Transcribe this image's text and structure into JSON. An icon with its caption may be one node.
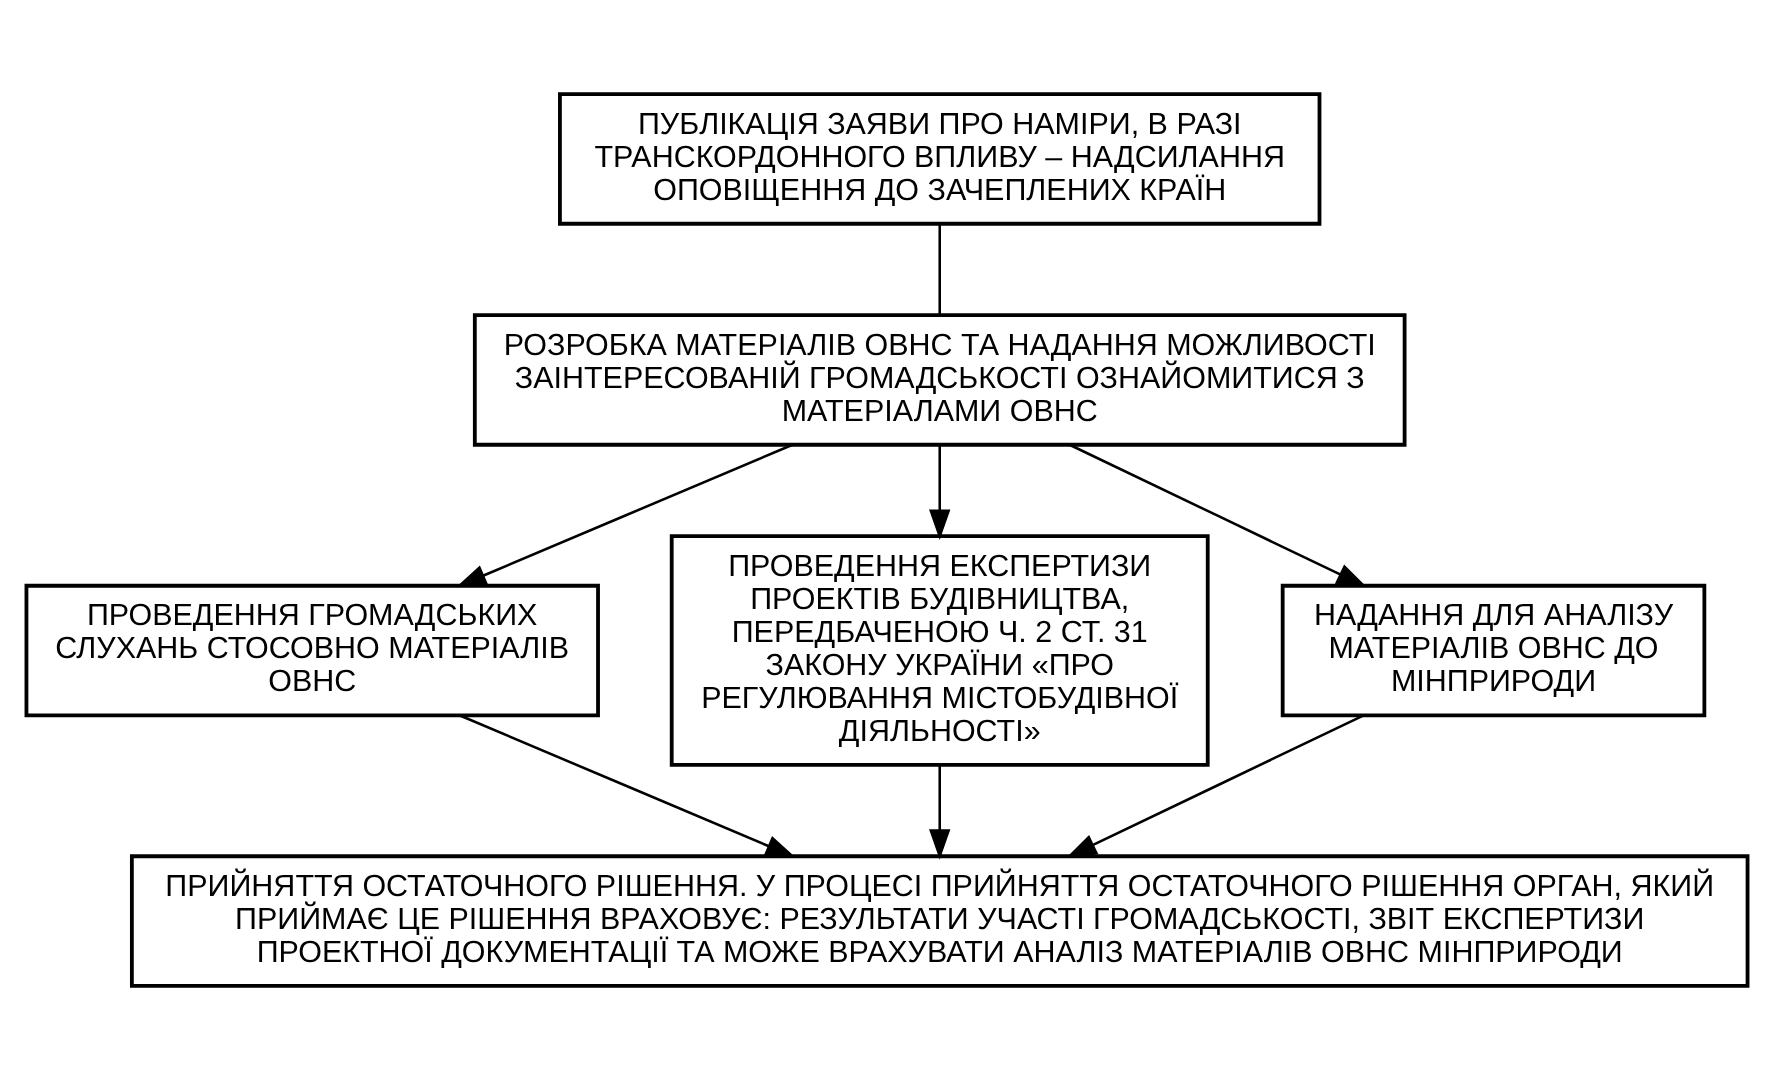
{
  "diagram": {
    "nodes": [
      {
        "text": [
          "ПУБЛІКАЦІЯ ЗАЯВИ ПРО НАМІРИ, В РАЗІ ТРАНСКОРДОННОГО ВПЛИВУ – НАДСИЛАННЯ ОПОВІЩЕННЯ ДО ЗАЧЕПЛЕНИХ КРАЇН"
        ]
      },
      {
        "text": [
          "РОЗРОБКА МАТЕРІАЛІВ ОВНС ТА НАДАННЯ МОЖЛИВОСТІ ЗАІНТЕРЕСОВАНІЙ ГРОМАДСЬКОСТІ ОЗНАЙОМИТИСЯ З МАТЕРІАЛАМИ ОВНС"
        ]
      },
      {
        "text": [
          "ПРОВЕДЕННЯ ГРОМАДСЬКИХ СЛУХАНЬ СТОСОВНО МАТЕРІАЛІВ ОВНС"
        ]
      },
      {
        "text": [
          "ПРОВЕДЕННЯ ЕКСПЕРТИЗИ ПРОЕКТІВ БУДІВНИЦТВА, ПЕРЕДБАЧЕНОЮ Ч. 2 СТ. 31 ЗАКОНУ УКРАЇНИ «ПРО РЕГУЛЮВАННЯ МІСТОБУДІВНОЇ ДІЯЛЬНОСТІ»"
        ]
      },
      {
        "text": [
          "НАДАННЯ ДЛЯ АНАЛІЗУ МАТЕРІАЛІВ ОВНС ДО МІНПРИРОДИ"
        ]
      },
      {
        "text": [
          "ПРИЙНЯТТЯ ОСТАТОЧНОГО РІШЕННЯ. У ПРОЦЕСІ ПРИЙНЯТТЯ ОСТАТОЧНОГО РІШЕННЯ ОРГАН, ЯКИЙ ПРИЙМАЄ ЦЕ РІШЕННЯ ВРАХОВУЄ: РЕЗУЛЬТАТИ УЧАСТІ ГРОМАДСЬКОСТІ, ЗВІТ ЕКСПЕРТИЗИ ПРОЕКТНОЇ ДОКУМЕНТАЦІЇ ТА МОЖЕ ВРАХУВАТИ АНАЛІЗ МАТЕРІАЛІВ ОВНС МІНПРИРОДИ"
        ]
      }
    ],
    "edges": [
      {
        "from": 0,
        "to": 1,
        "arrow": "none"
      },
      {
        "from": 1,
        "to": 2,
        "arrow": "to"
      },
      {
        "from": 1,
        "to": 3,
        "arrow": "to"
      },
      {
        "from": 1,
        "to": 4,
        "arrow": "to"
      },
      {
        "from": 2,
        "to": 5,
        "arrow": "to"
      },
      {
        "from": 3,
        "to": 5,
        "arrow": "to"
      },
      {
        "from": 4,
        "to": 5,
        "arrow": "to"
      }
    ]
  }
}
